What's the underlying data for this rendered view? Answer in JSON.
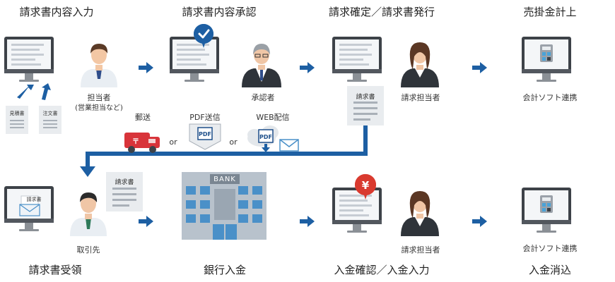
{
  "steps": {
    "s1": {
      "title": "請求書内容入力",
      "person": "担当者",
      "person_sub": "(営業担当など)",
      "doc_a": "見積書",
      "doc_b": "注文書"
    },
    "s2": {
      "title": "請求書内容承認",
      "person": "承認者"
    },
    "s3": {
      "title": "請求確定／請求書発行",
      "person": "請求担当者",
      "paper": "請求書"
    },
    "s4": {
      "title": "売掛金計上",
      "label": "会計ソフト連携"
    },
    "s5": {
      "title": "請求書受領",
      "person": "取引先",
      "paper": "請求書",
      "mail_text": "請求書"
    },
    "s6": {
      "title": "銀行入金",
      "bank_sign": "BANK"
    },
    "s7": {
      "title": "入金確認／入金入力",
      "person": "請求担当者",
      "yen": "¥"
    },
    "s8": {
      "title": "入金消込",
      "label": "会計ソフト連携"
    }
  },
  "delivery": {
    "post_label": "郵送",
    "pdf_label": "PDF送信",
    "web_label": "WEB配信",
    "or_text": "or",
    "pdf_icon_text": "PDF"
  },
  "colors": {
    "arrow": "#1d5fa3",
    "monitor_frame": "#3d4248",
    "screen": "#f4f6f8",
    "badge_blue": "#1d5fa3",
    "badge_red": "#d93a2f",
    "truck": "#d8343a",
    "building": "#b8c2cc"
  }
}
